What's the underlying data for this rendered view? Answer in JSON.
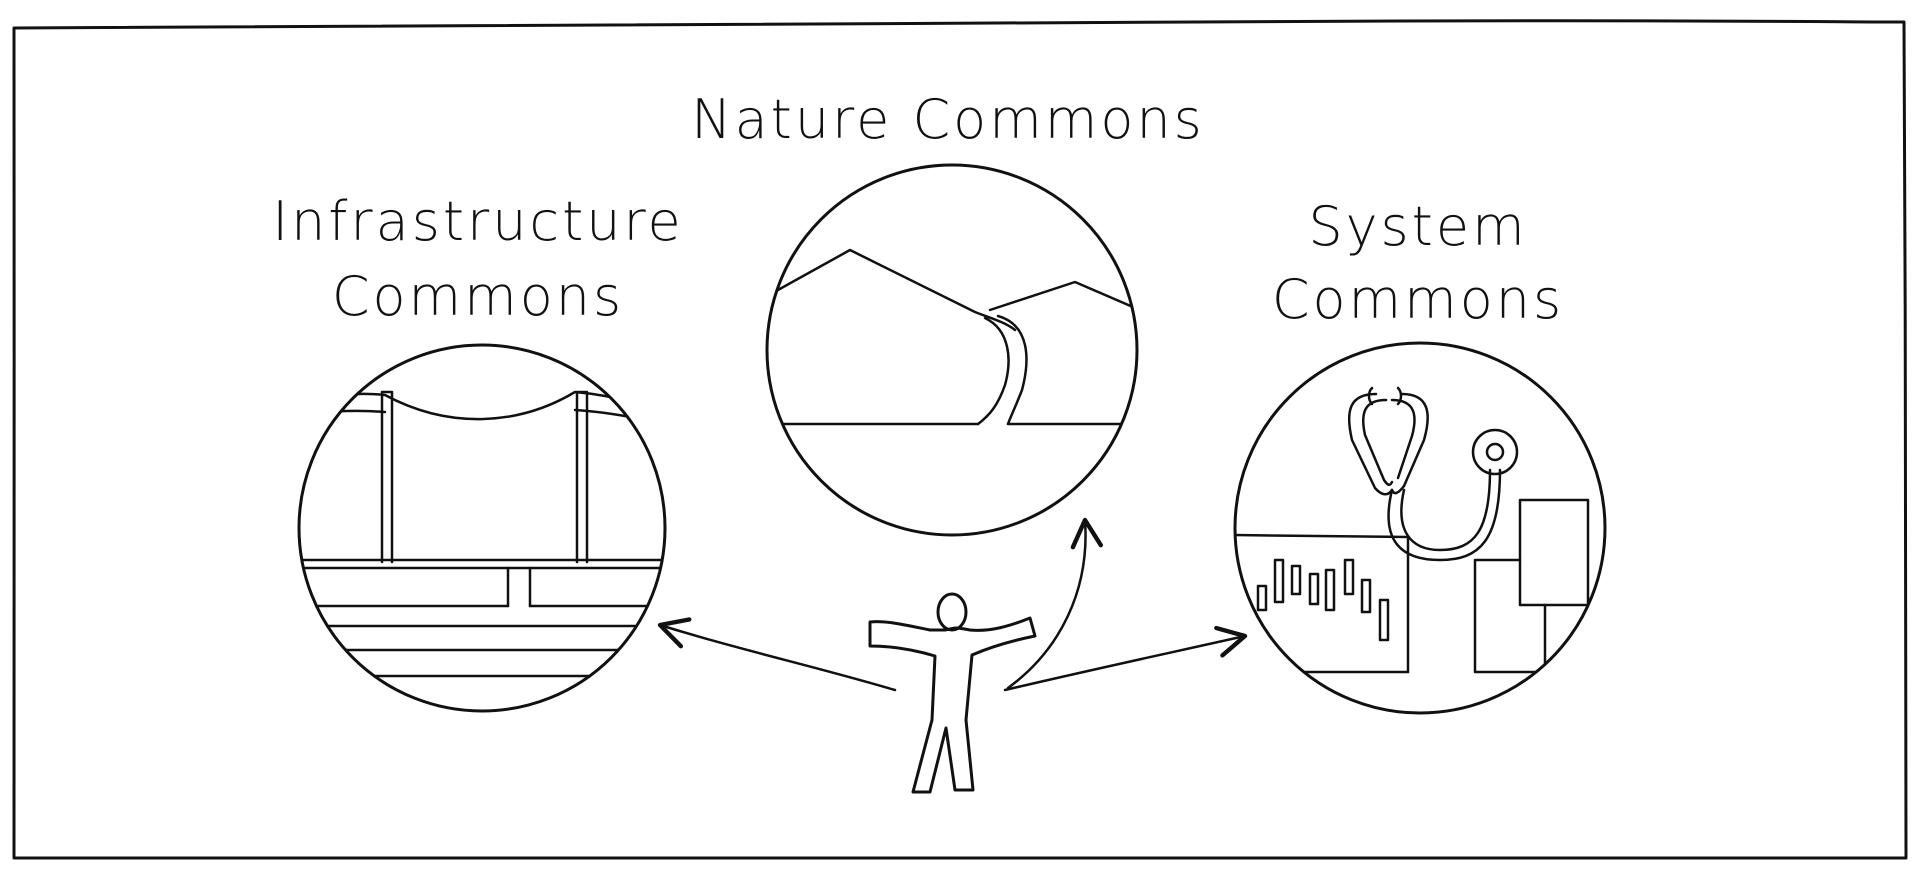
{
  "diagram": {
    "nature": {
      "title": "Nature Commons"
    },
    "infrastructure": {
      "title_line1": "Infrastructure",
      "title_line2": "Commons"
    },
    "system": {
      "title_line1": "System",
      "title_line2": "Commons"
    }
  },
  "colors": {
    "ink": "#111111",
    "background": "#ffffff"
  }
}
